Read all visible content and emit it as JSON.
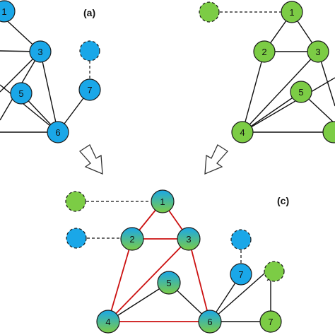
{
  "panels": {
    "a": {
      "label": "(a)"
    },
    "c": {
      "label": "(c)"
    }
  },
  "colors": {
    "blue": "#1aa7e8",
    "green": "#7ccc45",
    "red_edge": "#cc1111",
    "black_edge": "#111111",
    "outline": "#1a1a1a"
  },
  "nodes": {
    "a1": "1",
    "a3": "3",
    "a5": "5",
    "a6": "6",
    "a7": "7",
    "b1": "1",
    "b2": "2",
    "b3": "3",
    "b4": "4",
    "b5": "5",
    "c1": "1",
    "c2": "2",
    "c3": "3",
    "c4": "4",
    "c5": "5",
    "c6": "6",
    "c7a": "7",
    "c7b": "7"
  }
}
